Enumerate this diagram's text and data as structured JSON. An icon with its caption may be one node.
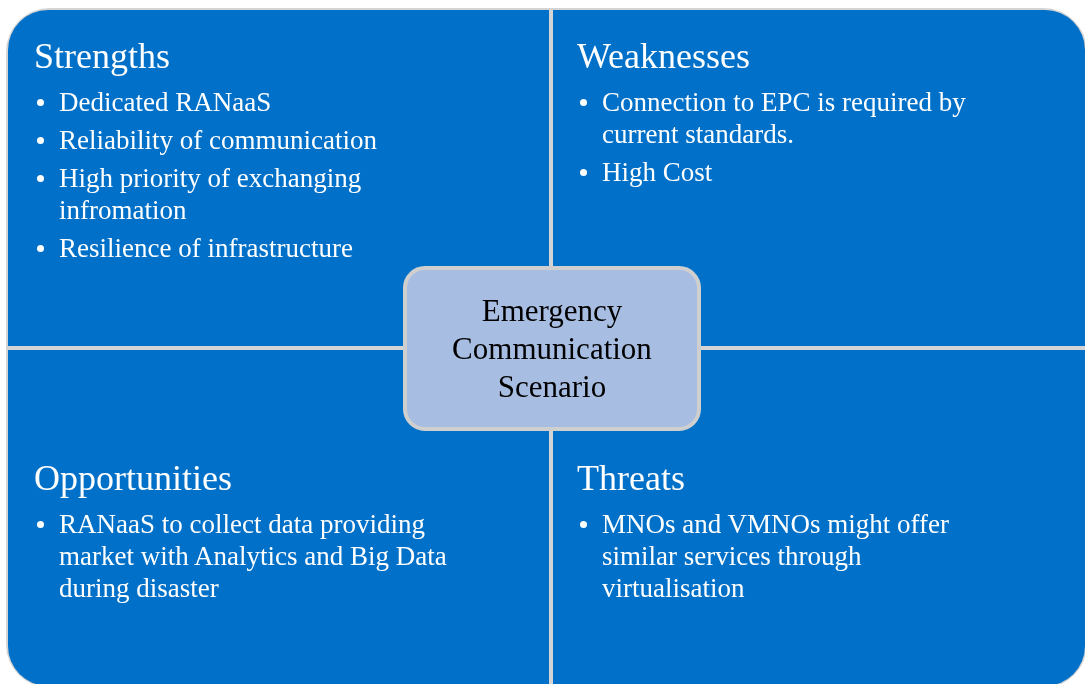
{
  "diagram": {
    "nodes": [
      {
        "text": [
          "Strengths",
          "Dedicated RANaaS",
          "Reliability of communication",
          "High priority of exchanging infromation",
          "Resilience of infrastructure"
        ]
      },
      {
        "text": [
          "Weaknesses",
          "Connection to EPC is required by current standards.",
          "High Cost"
        ]
      },
      {
        "text": [
          "Opportunities",
          "RANaaS to collect data providing market with Analytics and Big Data during disaster"
        ]
      },
      {
        "text": [
          "Threats",
          "MNOs and VMNOs might offer similar services through virtualisation"
        ]
      },
      {
        "text": [
          "Emergency Communication Scenario"
        ]
      }
    ],
    "edges": []
  }
}
